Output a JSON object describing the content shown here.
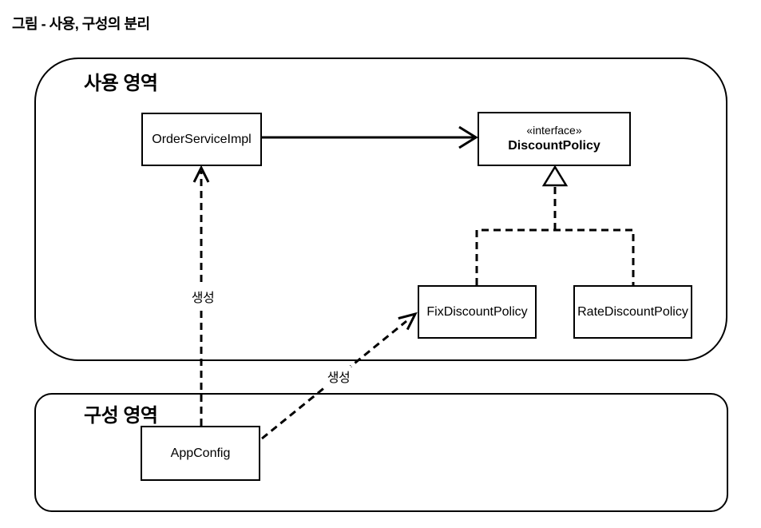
{
  "title": "그림 - 사용, 구성의 분리",
  "diagram": {
    "regions": [
      {
        "id": "usage",
        "label": "사용 영역"
      },
      {
        "id": "config",
        "label": "구성 영역"
      }
    ],
    "nodes": [
      {
        "id": "order-service-impl",
        "label": "OrderServiceImpl"
      },
      {
        "id": "discount-policy",
        "stereotype": "«interface»",
        "label": "DiscountPolicy"
      },
      {
        "id": "fix-discount-policy",
        "label": "FixDiscountPolicy"
      },
      {
        "id": "rate-discount-policy",
        "label": "RateDiscountPolicy"
      },
      {
        "id": "app-config",
        "label": "AppConfig"
      }
    ],
    "edges": [
      {
        "from": "OrderServiceImpl",
        "to": "DiscountPolicy",
        "type": "association",
        "style": "solid-open-arrow",
        "label": ""
      },
      {
        "from": "FixDiscountPolicy",
        "to": "DiscountPolicy",
        "type": "realization",
        "style": "dashed-hollow-triangle",
        "label": ""
      },
      {
        "from": "RateDiscountPolicy",
        "to": "DiscountPolicy",
        "type": "realization",
        "style": "dashed-hollow-triangle",
        "label": ""
      },
      {
        "from": "AppConfig",
        "to": "OrderServiceImpl",
        "type": "dependency",
        "style": "dashed-open-arrow",
        "label": "생성"
      },
      {
        "from": "AppConfig",
        "to": "FixDiscountPolicy",
        "type": "dependency",
        "style": "dashed-open-arrow",
        "label": "생성"
      }
    ],
    "colors": {
      "line": "#000000",
      "background": "#ffffff",
      "box_fill": "#ffffff",
      "text": "#000000"
    }
  }
}
